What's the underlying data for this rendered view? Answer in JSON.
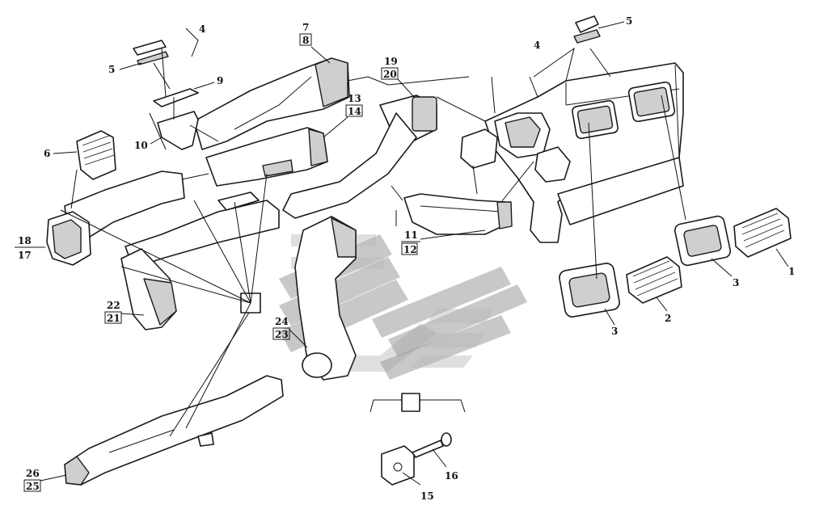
{
  "callouts": [
    {
      "id": "c1",
      "label": "1"
    },
    {
      "id": "c2",
      "label": "2"
    },
    {
      "id": "c3a",
      "label": "3"
    },
    {
      "id": "c3b",
      "label": "3"
    },
    {
      "id": "c4a",
      "label": "4"
    },
    {
      "id": "c4b",
      "label": "4"
    },
    {
      "id": "c5a",
      "label": "5"
    },
    {
      "id": "c5b",
      "label": "5"
    },
    {
      "id": "c6",
      "label": "6"
    },
    {
      "id": "c7",
      "label": "7",
      "alt": "8"
    },
    {
      "id": "c9",
      "label": "9"
    },
    {
      "id": "c10",
      "label": "10"
    },
    {
      "id": "c11",
      "label": "11",
      "alt": "12"
    },
    {
      "id": "c13",
      "label": "13",
      "alt": "14"
    },
    {
      "id": "c15",
      "label": "15"
    },
    {
      "id": "c16",
      "label": "16"
    },
    {
      "id": "c18",
      "label": "18",
      "alt": "17"
    },
    {
      "id": "c19",
      "label": "19",
      "alt": "20"
    },
    {
      "id": "c22",
      "label": "22",
      "alt": "21"
    },
    {
      "id": "c24",
      "label": "24",
      "alt": "23"
    },
    {
      "id": "c26",
      "label": "26",
      "alt": "25"
    }
  ],
  "colors": {
    "line": "#1a1a1a",
    "background": "#ffffff",
    "watermark": "#9a9a9a"
  },
  "watermark": {
    "icon": "stylized-logo-watermark"
  }
}
